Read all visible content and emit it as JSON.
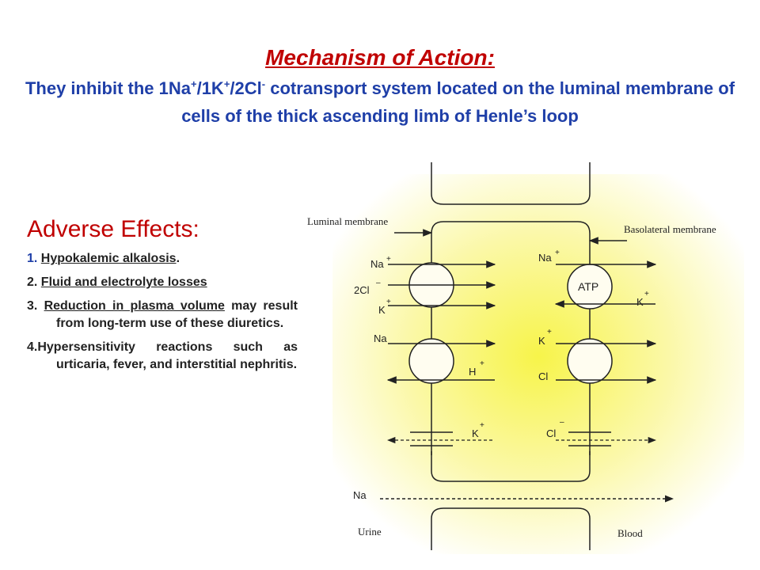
{
  "header": {
    "title": "Mechanism of Action:",
    "sub_1": "They inhibit the 1Na",
    "sub_sup_1": "+",
    "sub_2": "/1K",
    "sub_sup_2": "+",
    "sub_3": "/2Cl",
    "sub_sup_3": "-",
    "sub_4": " cotransport system located on the luminal membrane of cells of the thick ascending limb of Henle’s loop"
  },
  "adverse": {
    "title": "Adverse Effects",
    "title_colon": ":",
    "items": [
      {
        "num": "1.",
        "text": "Hypokalemic alkalosis",
        "tail": "."
      },
      {
        "num": "2.",
        "text": "Fluid and electrolyte losses",
        "tail": ""
      },
      {
        "num": "3.",
        "text": "Reduction in plasma volume",
        "tail": " may result from long-term use of these diuretics."
      },
      {
        "num": "4.",
        "text": "Hypersensitivity reactions such as urticaria, fever, and interstitial nephritis.",
        "tail": ""
      }
    ]
  },
  "diagram": {
    "luminal_membrane": "Luminal membrane",
    "basolateral_membrane": "Basolateral membrane",
    "urine": "Urine",
    "blood": "Blood",
    "atp": "ATP",
    "ions": {
      "na": "Na",
      "cl2": "2Cl",
      "k": "K",
      "h": "H",
      "cl": "Cl",
      "plus": "+",
      "minus": "–"
    },
    "colors": {
      "glow_center": "#f7f44a",
      "glow_edge": "#ffffff",
      "line": "#222222",
      "title_red": "#c00000",
      "title_blue": "#1f3fa8"
    }
  }
}
